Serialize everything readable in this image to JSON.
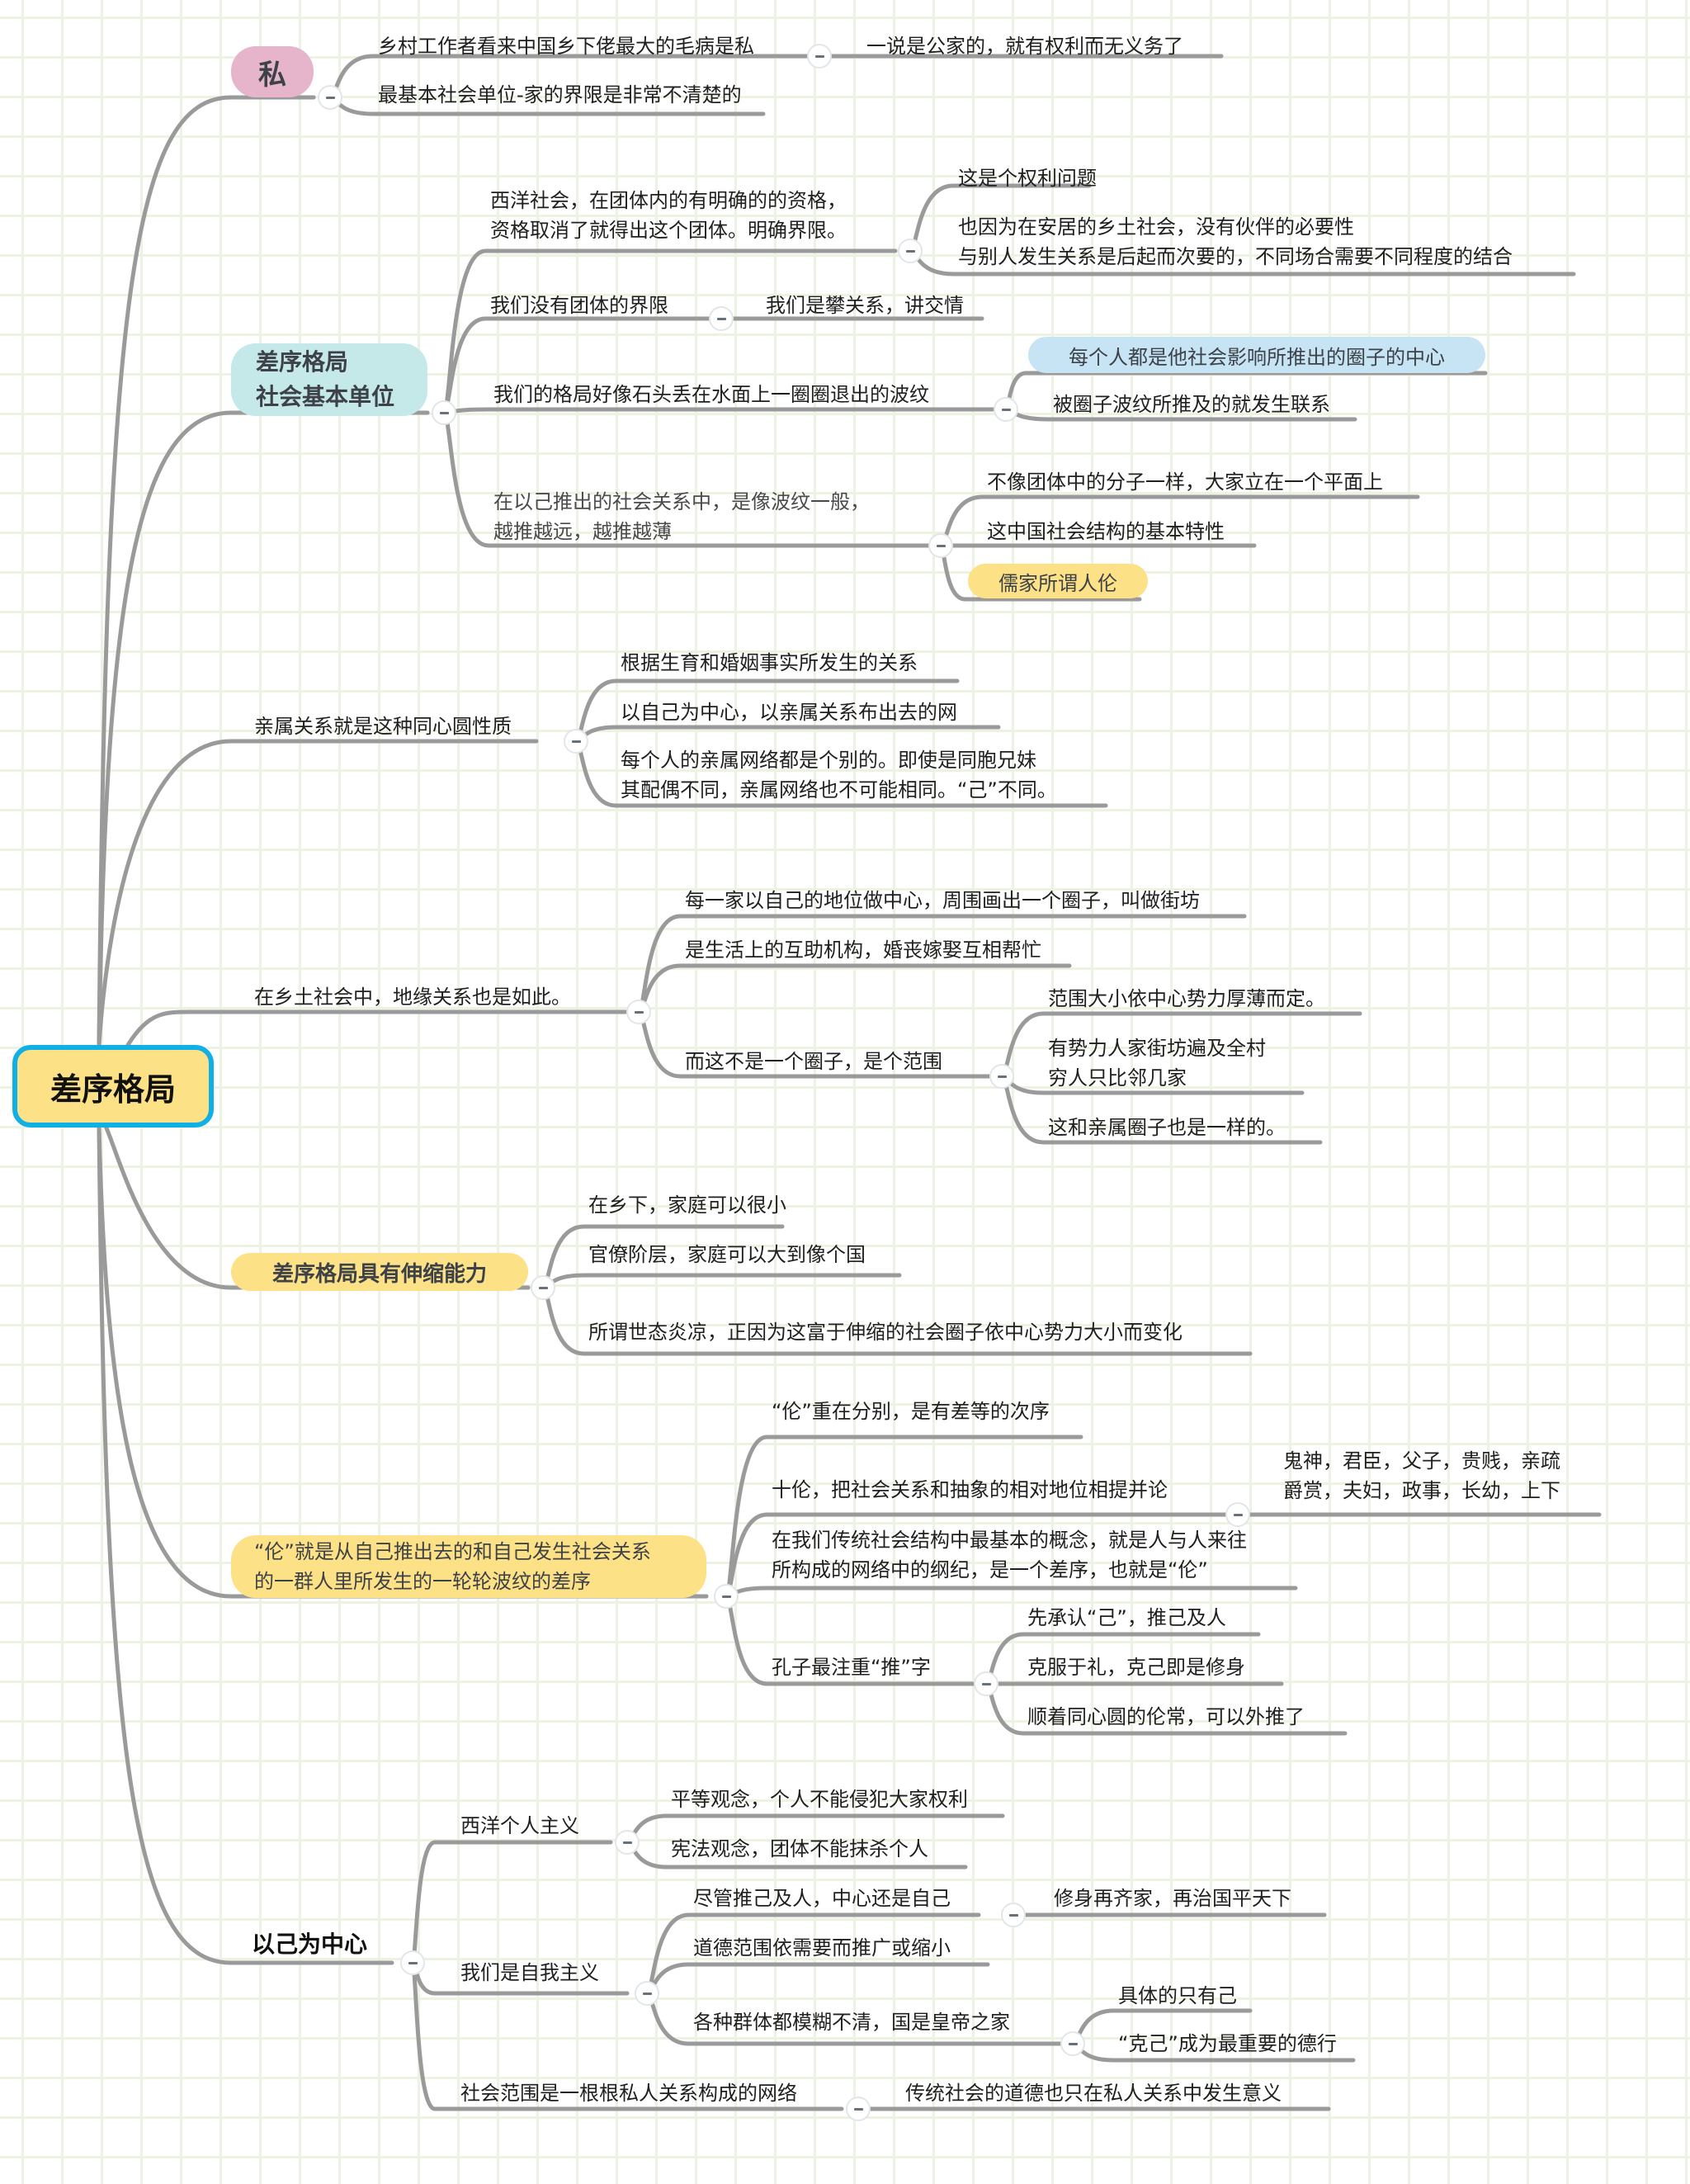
{
  "root": {
    "label": "差序格局",
    "border_color": "#10b0e6",
    "fill_color": "#fde186"
  },
  "branches": {
    "si": {
      "label": "私",
      "fill_color": "#e6b5cc",
      "items": [
        {
          "text": "乡村工作者看来中国乡下佬最大的毛病是私",
          "child": "一说是公家的，就有权利而无义务了"
        },
        {
          "text": "最基本社会单位-家的界限是非常不清楚的"
        }
      ]
    },
    "unit": {
      "label_line1": "差序格局",
      "label_line2": "社会基本单位",
      "fill_color": "#c5e8e8",
      "items": [
        {
          "line1": "西洋社会，在团体内的有明确的的资格，",
          "line2": "资格取消了就得出这个团体。明确界限。",
          "children": [
            {
              "text": "这是个权利问题"
            },
            {
              "line1": "也因为在安居的乡土社会，没有伙伴的必要性",
              "line2": "与别人发生关系是后起而次要的，不同场合需要不同程度的结合"
            }
          ]
        },
        {
          "text": "我们没有团体的界限",
          "child": "我们是攀关系，讲交情"
        },
        {
          "text": "我们的格局好像石头丢在水面上一圈圈退出的波纹",
          "children": [
            {
              "text": "每个人都是他社会影响所推出的圈子的中心",
              "fill_color": "#c6e4f3"
            },
            {
              "text": "被圈子波纹所推及的就发生联系"
            }
          ]
        },
        {
          "line1": "在以己推出的社会关系中，是像波纹一般，",
          "line2": "越推越远，越推越薄",
          "children": [
            {
              "text": "不像团体中的分子一样，大家立在一个平面上"
            },
            {
              "text": "这中国社会结构的基本特性"
            },
            {
              "text": "儒家所谓人伦",
              "fill_color": "#fde186"
            }
          ]
        }
      ]
    },
    "kin": {
      "label": "亲属关系就是这种同心圆性质",
      "items": [
        {
          "text": "根据生育和婚姻事实所发生的关系"
        },
        {
          "text": "以自己为中心，以亲属关系布出去的网"
        },
        {
          "line1": "每个人的亲属网络都是个别的。即使是同胞兄妹",
          "line2": "其配偶不同，亲属网络也不可能相同。“己”不同。"
        }
      ]
    },
    "geo": {
      "label": "在乡土社会中，地缘关系也是如此。",
      "items": [
        {
          "text": "每一家以自己的地位做中心，周围画出一个圈子，叫做街坊"
        },
        {
          "text": "是生活上的互助机构，婚丧嫁娶互相帮忙"
        },
        {
          "text": "而这不是一个圈子，是个范围",
          "children": [
            {
              "text": "范围大小依中心势力厚薄而定。"
            },
            {
              "line1": "有势力人家街坊遍及全村",
              "line2": "穷人只比邻几家"
            },
            {
              "text": "这和亲属圈子也是一样的。"
            }
          ]
        }
      ]
    },
    "elastic": {
      "label": "差序格局具有伸缩能力",
      "fill_color": "#fde186",
      "items": [
        {
          "text": "在乡下，家庭可以很小"
        },
        {
          "text": "官僚阶层，家庭可以大到像个国"
        },
        {
          "text": "所谓世态炎凉，正因为这富于伸缩的社会圈子依中心势力大小而变化"
        }
      ]
    },
    "lun": {
      "line1": "“伦”就是从自己推出去的和自己发生社会关系",
      "line2": "的一群人里所发生的一轮轮波纹的差序",
      "fill_color": "#fde186",
      "items": [
        {
          "text": "“伦”重在分别，是有差等的次序"
        },
        {
          "text": "十伦，把社会关系和抽象的相对地位相提并论",
          "child_line1": "鬼神，君臣，父子，贵贱，亲疏",
          "child_line2": "爵赏，夫妇，政事，长幼，上下"
        },
        {
          "line1": "在我们传统社会结构中最基本的概念，就是人与人来往",
          "line2": "所构成的网络中的纲纪，是一个差序，也就是“伦”"
        },
        {
          "text": "孔子最注重“推”字",
          "children": [
            {
              "text": "先承认“己”，推己及人"
            },
            {
              "text": "克服于礼，克己即是修身"
            },
            {
              "text": "顺着同心圆的伦常，可以外推了"
            }
          ]
        }
      ]
    },
    "self": {
      "label": "以己为中心",
      "items": [
        {
          "text": "西洋个人主义",
          "children": [
            {
              "text": "平等观念，个人不能侵犯大家权利"
            },
            {
              "text": "宪法观念，团体不能抹杀个人"
            }
          ]
        },
        {
          "text": "我们是自我主义",
          "children": [
            {
              "text": "尽管推己及人，中心还是自己",
              "child": "修身再齐家，再治国平天下"
            },
            {
              "text": "道德范围依需要而推广或缩小"
            },
            {
              "text": "各种群体都模糊不清，国是皇帝之家",
              "children": [
                {
                  "text": "具体的只有己"
                },
                {
                  "text": "“克己”成为最重要的德行"
                }
              ]
            }
          ]
        },
        {
          "text": "社会范围是一根根私人关系构成的网络",
          "child": "传统社会的道德也只在私人关系中发生意义"
        }
      ]
    }
  },
  "colors": {
    "line": "#9a9a9a",
    "grid": "#edf3e2",
    "text": "#1f1f1f"
  }
}
